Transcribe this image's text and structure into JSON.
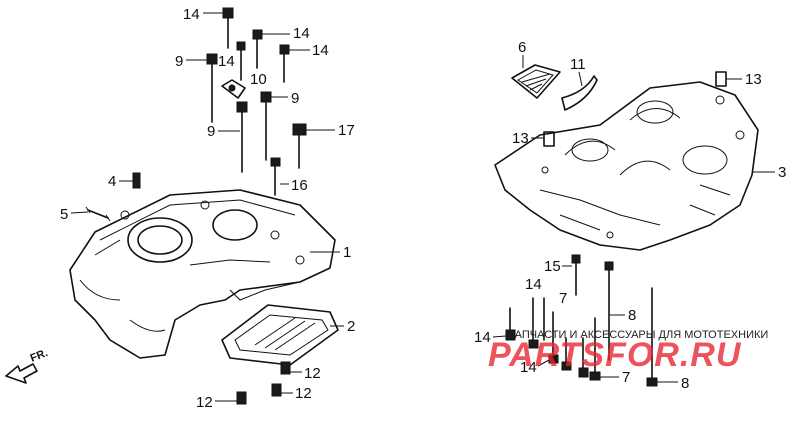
{
  "callouts": {
    "c14a": "14",
    "c14b": "14",
    "c14c": "14",
    "c14d": "14",
    "c9a": "9",
    "c10": "10",
    "c9b": "9",
    "c9c": "9",
    "c17": "17",
    "c4": "4",
    "c16": "16",
    "c5": "5",
    "c1": "1",
    "c2": "2",
    "c12a": "12",
    "c12b": "12",
    "c12c": "12",
    "c6": "6",
    "c11": "11",
    "c13a": "13",
    "c13b": "13",
    "c3": "3",
    "c15": "15",
    "c14e": "14",
    "c7a": "7",
    "c8a": "8",
    "c14f": "14",
    "c14g": "14",
    "c7b": "7",
    "c8b": "8"
  },
  "front_arrow": {
    "label": "FR."
  },
  "watermark": {
    "subtitle": "ЗАПЧАСТИ И АКСЕССУАРЫ ДЛЯ МОТОТЕХНИКИ",
    "logo": "PARTSFOR.RU"
  }
}
